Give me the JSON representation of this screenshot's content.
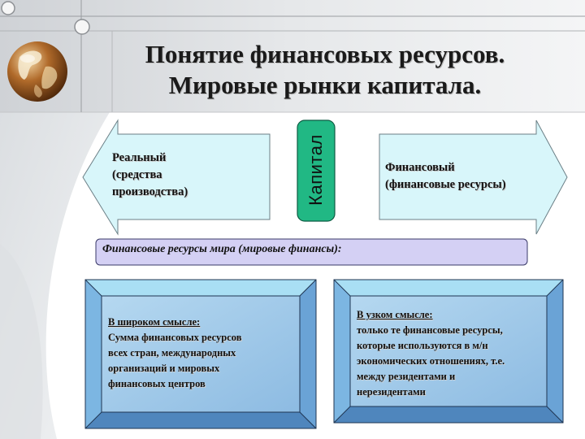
{
  "title": {
    "line1": "Понятие финансовых ресурсов.",
    "line2": "Мировые рынки капитала."
  },
  "real_arrow": {
    "line1": "Реальный",
    "line2": "(средства",
    "line3": "производства)"
  },
  "capital_label": "Капитал",
  "financial_arrow": {
    "line1": "Финансовый",
    "line2": "(финансовые ресурсы)"
  },
  "world_finance_bar": "Финансовые ресурсы мира (мировые финансы):",
  "broad_sense": {
    "heading": "В широком смысле:",
    "line1": "Сумма финансовых ресурсов",
    "line2": "всех стран, международных",
    "line3": "организаций и мировых",
    "line4": "финансовых центров"
  },
  "narrow_sense": {
    "heading": "В узком смысле:",
    "line1": "только те финансовые ресурсы,",
    "line2": "которые используются в м/н",
    "line3": "экономических отношениях, т.е.",
    "line4": "между резидентами и",
    "line5": "нерезидентами"
  },
  "colors": {
    "arrow_fill": "#d8f6fa",
    "capital_fill": "#21b884",
    "bar_fill": "#d4d0f4",
    "frame_top": "#a9dff4",
    "frame_side": "#7cb6e2",
    "frame_bottom": "#4f86bd",
    "inner_box": "#9ec8e8"
  },
  "icons": [
    "globe-icon"
  ]
}
